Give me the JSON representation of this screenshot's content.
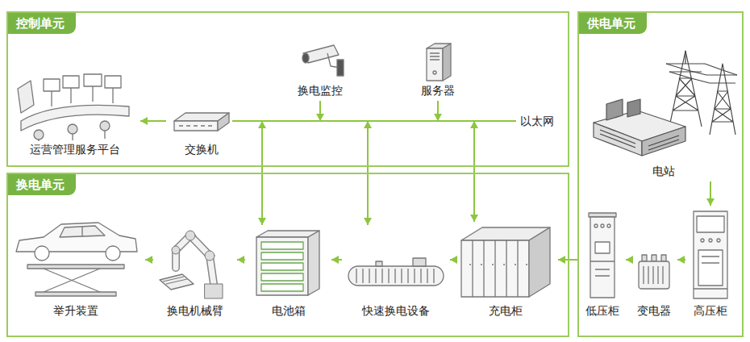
{
  "diagram": {
    "nodes": [
      {
        "text": [
          "控制单元"
        ]
      },
      {
        "text": [
          "运营管理服务平台"
        ],
        "in": 0
      },
      {
        "text": [
          "交换机"
        ],
        "in": 0
      },
      {
        "text": [
          "换电监控"
        ],
        "in": 0
      },
      {
        "text": [
          "服务器"
        ],
        "in": 0
      },
      {
        "text": [
          "换电单元"
        ]
      },
      {
        "text": [
          "举升装置"
        ],
        "in": 5
      },
      {
        "text": [
          "换电机械臂"
        ],
        "in": 5
      },
      {
        "text": [
          "电池箱"
        ],
        "in": 5
      },
      {
        "text": [
          "快速换电设备"
        ],
        "in": 5
      },
      {
        "text": [
          "充电柜"
        ],
        "in": 5
      },
      {
        "text": [
          "供电单元"
        ]
      },
      {
        "text": [
          "电站"
        ],
        "in": 11
      },
      {
        "text": [
          "低压柜"
        ],
        "in": 11
      },
      {
        "text": [
          "变电器"
        ],
        "in": 11
      },
      {
        "text": [
          "高压柜"
        ],
        "in": 11
      }
    ],
    "edges": [
      {
        "from": 2,
        "to": 1,
        "arrow": "to"
      },
      {
        "from": 3,
        "to": 2,
        "arrow": "to"
      },
      {
        "from": 4,
        "to": 2,
        "arrow": "to"
      },
      {
        "from": 2,
        "to": 8,
        "arrow": "both"
      },
      {
        "from": 2,
        "to": 9,
        "arrow": "both"
      },
      {
        "from": 2,
        "to": 10,
        "arrow": "both"
      },
      {
        "from": 10,
        "to": 9,
        "arrow": "to"
      },
      {
        "from": 9,
        "to": 8,
        "arrow": "to"
      },
      {
        "from": 8,
        "to": 7,
        "arrow": "to"
      },
      {
        "from": 7,
        "to": 6,
        "arrow": "to"
      },
      {
        "from": 12,
        "to": 15,
        "arrow": "to"
      },
      {
        "from": 15,
        "to": 14,
        "arrow": "to"
      },
      {
        "from": 14,
        "to": 13,
        "arrow": "to"
      },
      {
        "from": 13,
        "to": 10,
        "arrow": "to"
      }
    ],
    "labels": [
      "以太网"
    ]
  }
}
